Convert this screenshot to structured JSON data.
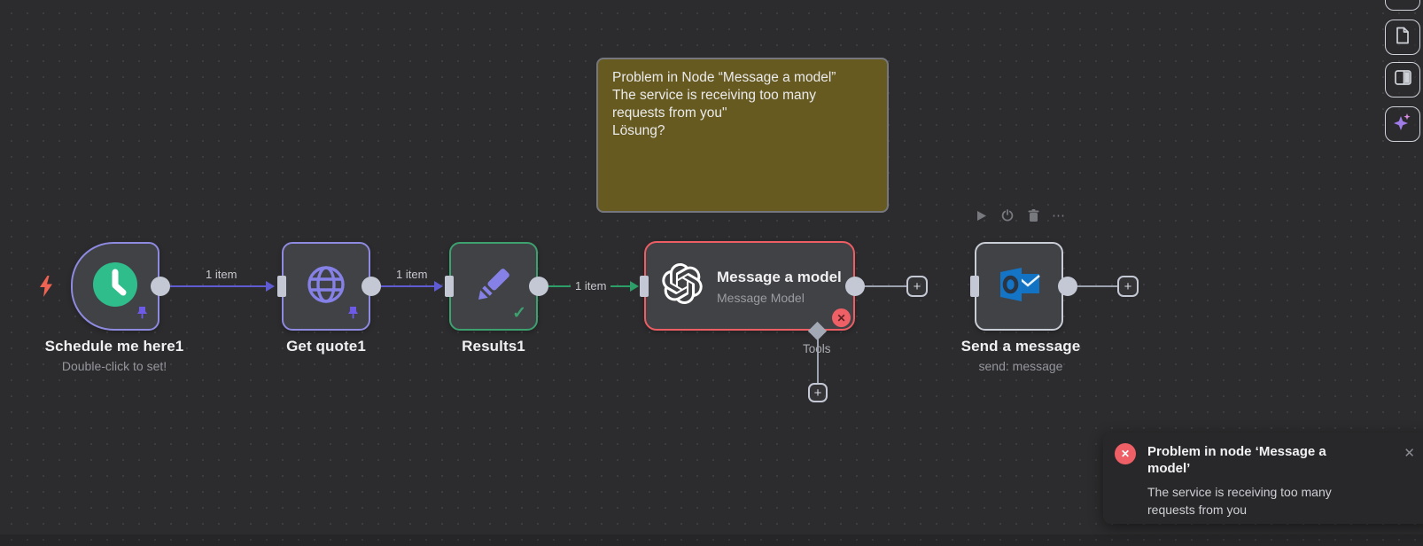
{
  "sticky_note": {
    "lines": [
      "Problem in Node “Message a model”",
      "The service is receiving too many",
      "requests from you\"",
      "Lösung?"
    ]
  },
  "nodes": {
    "schedule": {
      "title": "Schedule me here1",
      "subtitle": "Double-click to set!"
    },
    "get_quote": {
      "title": "Get quote1"
    },
    "results": {
      "title": "Results1"
    },
    "message_model": {
      "title": "Message a model",
      "subtitle": "Message Model"
    },
    "send_message": {
      "title": "Send a message",
      "subtitle": "send: message"
    }
  },
  "connections": {
    "schedule_to_getquote": {
      "label": "1 item"
    },
    "getquote_to_results": {
      "label": "1 item"
    },
    "results_to_model": {
      "label": "1 item"
    }
  },
  "tools": {
    "label": "Tools"
  },
  "toast": {
    "title": "Problem in node ‘Message a model’",
    "body": "The service is receiving too many requests from you"
  },
  "ui": {
    "plus": "+",
    "close": "✕",
    "error_x": "✕",
    "check": "✓",
    "ellipsis": "⋯"
  },
  "colors": {
    "canvas_bg": "#2c2c2e",
    "node_fill": "#414246",
    "accent_purple": "#8d8ae0",
    "wire_purple": "#5e5bd3",
    "accent_green": "#3da06f",
    "wire_green": "#2c9e68",
    "accent_red": "#ed5d64",
    "connector_gray": "#c3c8d4",
    "sticky_bg": "#665a21",
    "toast_bg": "#28282a"
  }
}
